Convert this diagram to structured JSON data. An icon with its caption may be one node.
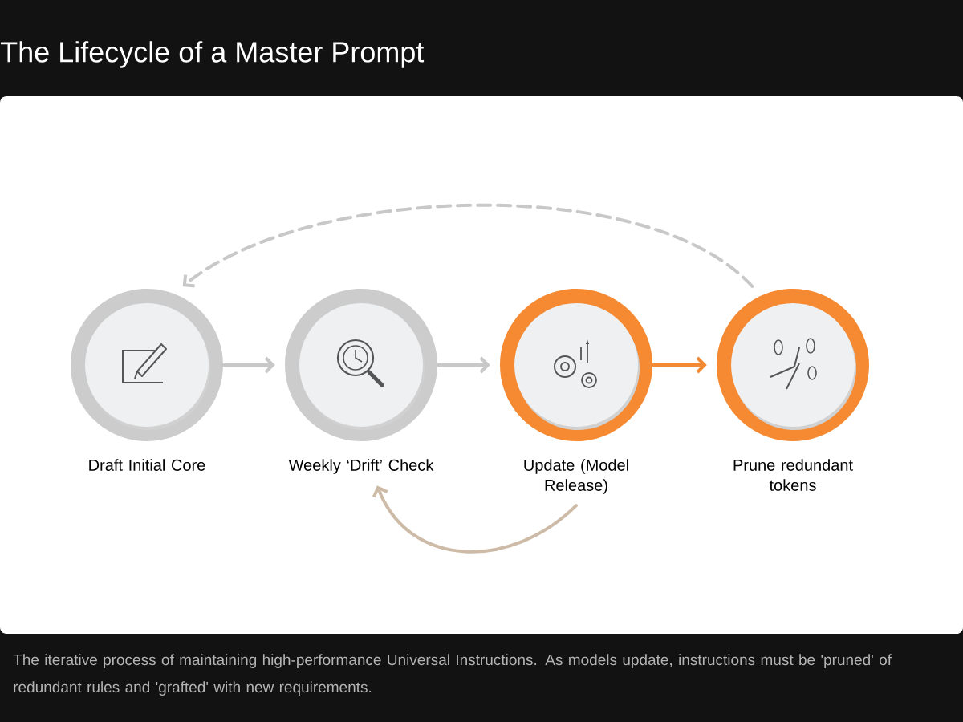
{
  "diagram": {
    "title": "The Lifecycle of a Master Prompt",
    "caption": "The iterative process of maintaining high-performance Universal Instructions. As models update, instructions must be 'pruned' of redundant rules and 'grafted' with new requirements.",
    "nodes": [
      {
        "text": [
          "Draft Initial Core"
        ]
      },
      {
        "text": [
          "Weekly ‘Drift’ Check"
        ]
      },
      {
        "text": [
          "Update (Model Release)"
        ]
      },
      {
        "text": [
          "Prune redundant tokens"
        ]
      }
    ],
    "edges": [
      {
        "from": 0,
        "to": 1,
        "arrow": "to"
      },
      {
        "from": 1,
        "to": 2,
        "arrow": "to"
      },
      {
        "from": 2,
        "to": 3,
        "arrow": "to",
        "color": "#f28a35"
      },
      {
        "from": 3,
        "to": 0,
        "arrow": "to",
        "style": "dashed"
      },
      {
        "from": 2,
        "to": 1,
        "arrow": "to",
        "color": "#cdbba8"
      }
    ]
  }
}
